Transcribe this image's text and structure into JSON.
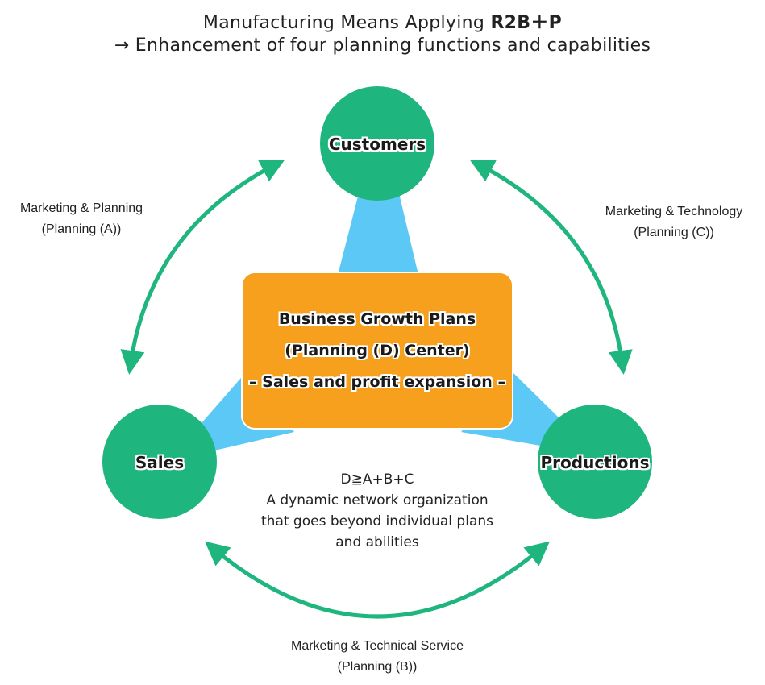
{
  "title": {
    "line1_prefix": "Manufacturing Means Applying ",
    "line1_bold": "R2B＋P",
    "line2": "→ Enhancement of four planning functions and capabilities"
  },
  "nodes": {
    "customers": "Customers",
    "sales": "Sales",
    "productions": "Productions"
  },
  "center": {
    "line1": "Business Growth Plans",
    "line2": "(Planning (D) Center)",
    "line3": "– Sales and profit expansion –"
  },
  "links": {
    "marketing_planning": {
      "line1": "Marketing & Planning",
      "line2": "(Planning (A))"
    },
    "marketing_technology": {
      "line1": "Marketing & Technology",
      "line2": "(Planning (C))"
    },
    "marketing_service": {
      "line1": "Marketing & Technical Service",
      "line2": "(Planning (B))"
    }
  },
  "formula": {
    "line1": "D≧A+B+C",
    "line2": "A dynamic network organization",
    "line3": "that goes beyond individual plans",
    "line4": "and abilities"
  },
  "colors": {
    "circle_green": "#1fb57f",
    "arrow_green": "#1fb57f",
    "connector_blue": "#5bc8f5",
    "box_orange": "#f7a01d",
    "text": "#222222"
  }
}
